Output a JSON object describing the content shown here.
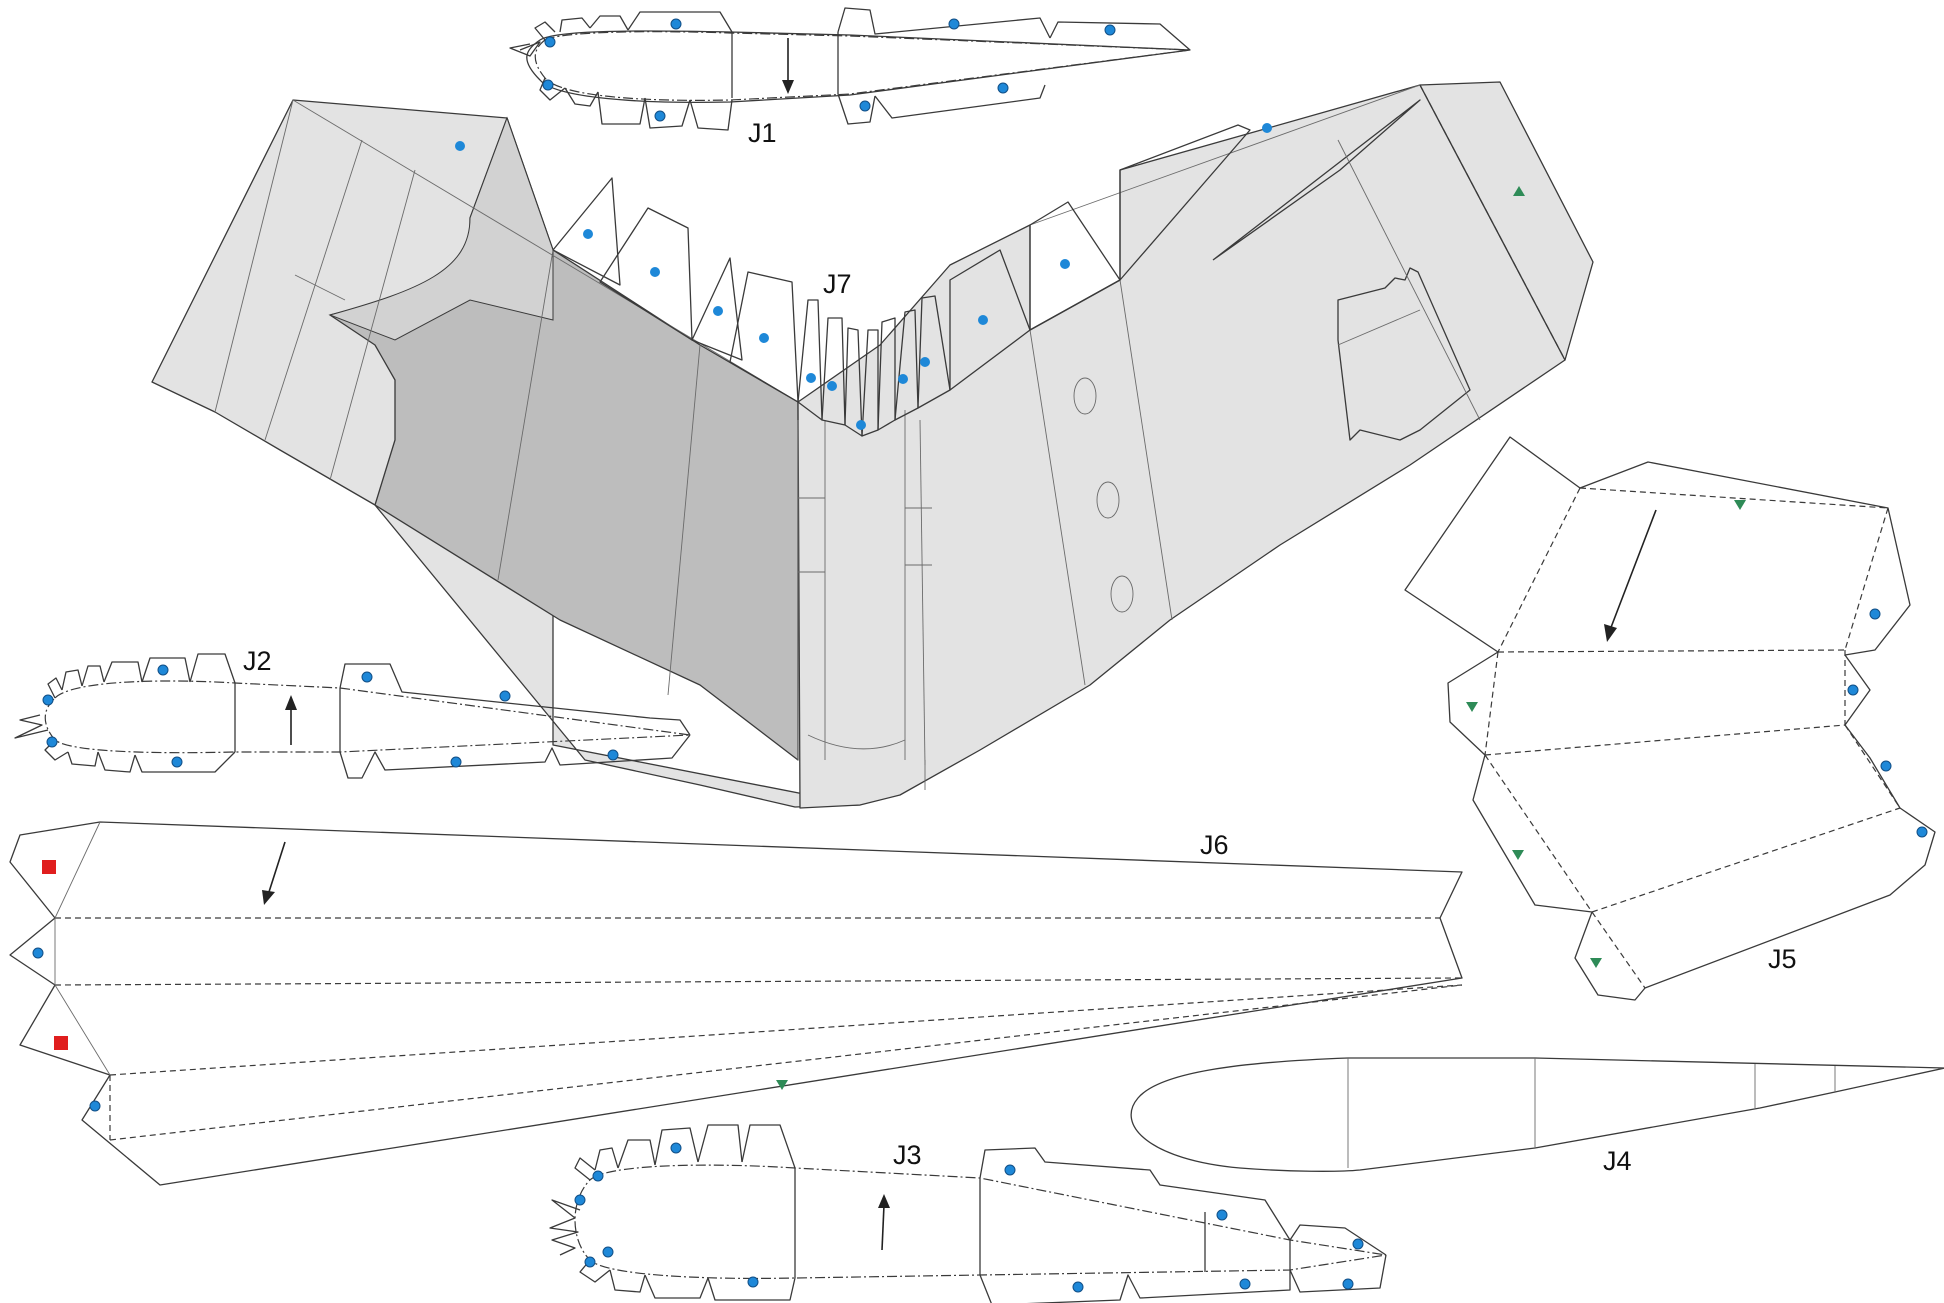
{
  "labels": {
    "J1": "J1",
    "J2": "J2",
    "J3": "J3",
    "J4": "J4",
    "J5": "J5",
    "J6": "J6",
    "J7": "J7"
  },
  "colors": {
    "panel_light": "#e3e3e3",
    "panel_mid": "#d0d0d0",
    "panel_dark": "#bdbdbd",
    "glue_dot": "#1e88d8",
    "glue_dot_outline": "#124f86",
    "red_marker": "#e01e1e",
    "green_marker": "#2e8b57"
  },
  "legend_markers": [
    "blue-dot",
    "red-square",
    "green-triangle"
  ]
}
